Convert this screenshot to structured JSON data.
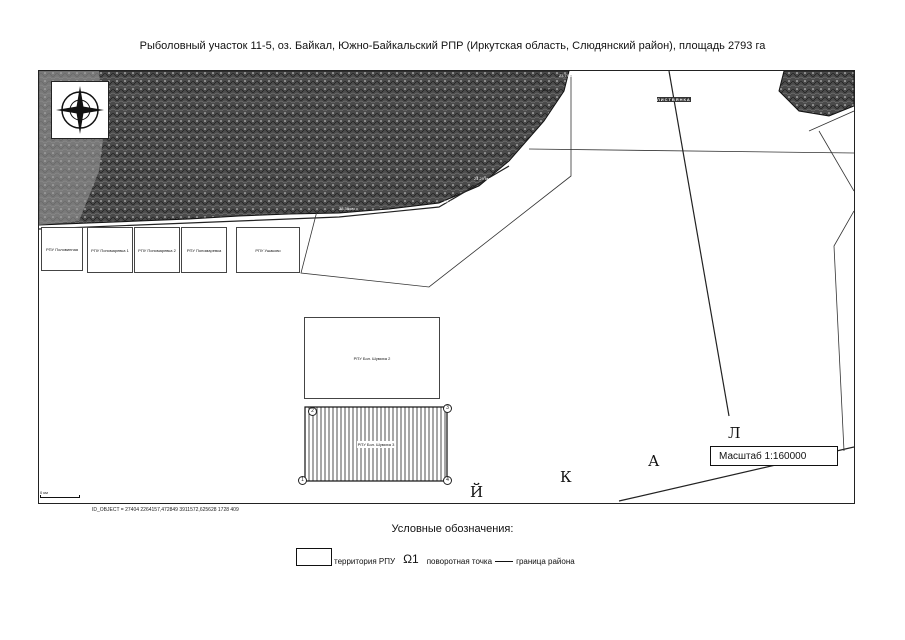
{
  "header": {
    "title": "Рыболовный участок 11-5, оз. Байкал, Южно-Байкальский РПР (Иркутская область, Слюдянский район), площадь 2793 га"
  },
  "map": {
    "scale_label": "Масштаб 1:160000",
    "lake_letters": [
      "Й",
      "К",
      "А",
      "Л"
    ],
    "place_label": "ЛИСТВЯНКА",
    "plots": [
      {
        "label": "РПУ Половинная"
      },
      {
        "label": "РПУ Пономаревка 1"
      },
      {
        "label": "РПУ Пономаревка 2"
      },
      {
        "label": "РПУ Пономаревка"
      },
      {
        "label": "РПУ Ушаково"
      },
      {
        "label": "РПУ Бол. Шумиха 2"
      },
      {
        "label": "РПУ Бол. Шумиха 3"
      }
    ],
    "corner_points": [
      "1",
      "2",
      "3",
      "4"
    ],
    "scalebar_label": "0 км",
    "info_line": "ID_OBJECT = 27404     2264157,472849     3911572,625628     1728     409",
    "depth_labels": [
      "24,36 км",
      "24,29 км",
      "23,79 км",
      "23,47 км",
      "23,62 км",
      "23,36 км"
    ]
  },
  "legend": {
    "title": "Условные обозначения:",
    "territory_label": "территория РПУ",
    "point_symbol": "Ω1",
    "point_label": "поворотная точка",
    "border_label": "граница района"
  },
  "colors": {
    "terrain_dark": "#3a3a3a",
    "line": "#111111"
  }
}
